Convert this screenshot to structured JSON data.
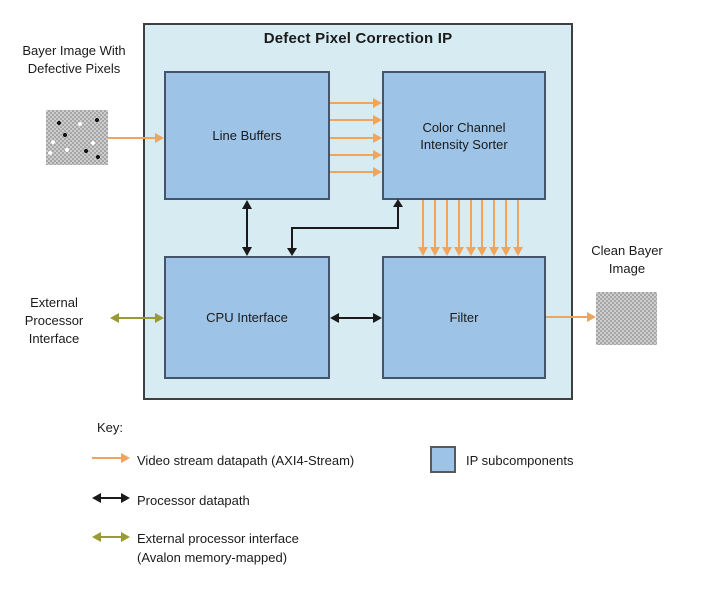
{
  "diagram": {
    "title": "Defect Pixel Correction IP",
    "blocks": {
      "line_buffers": "Line Buffers",
      "sorter": "Color Channel Intensity Sorter",
      "cpu": "CPU Interface",
      "filter": "Filter"
    },
    "inputs": {
      "bayer_label": "Bayer Image With Defective Pixels",
      "external_label": "External Processor Interface"
    },
    "outputs": {
      "clean_label": "Clean Bayer Image"
    },
    "streams": {
      "line_buffers_to_sorter_lanes": 5,
      "sorter_to_filter_lanes": 9
    }
  },
  "key": {
    "title": "Key:",
    "items": [
      {
        "label": "Video stream datapath (AXI4-Stream)",
        "type": "video-stream-arrow"
      },
      {
        "label": "Processor datapath",
        "type": "processor-arrow"
      },
      {
        "label": "External processor interface",
        "label2": "(Avalon memory-mapped)",
        "type": "external-arrow"
      },
      {
        "label": "IP subcomponents",
        "type": "block-swatch"
      }
    ]
  },
  "colors": {
    "video_stream": "#F1A45B",
    "processor_datapath": "#1A1A1A",
    "external_interface": "#9A9A33",
    "block_fill": "#9DC3E6",
    "block_border": "#44546A",
    "container_fill": "#D6EBF2"
  }
}
